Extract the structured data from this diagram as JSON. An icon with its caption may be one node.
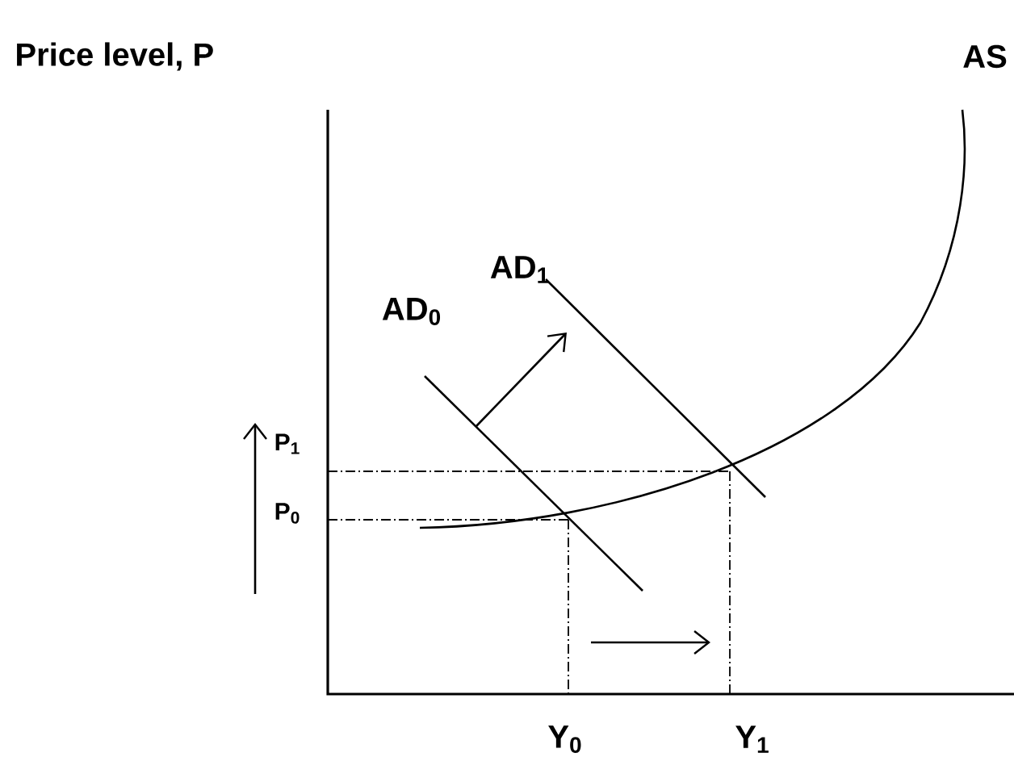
{
  "diagram": {
    "labels": [
      "Price level, P",
      "AS",
      "AD$_{0}$",
      "AD$_{1}$",
      "P$_{1}$",
      "P$_{0}$",
      "Y$_{0}$",
      "Y$_{1}$"
    ]
  }
}
